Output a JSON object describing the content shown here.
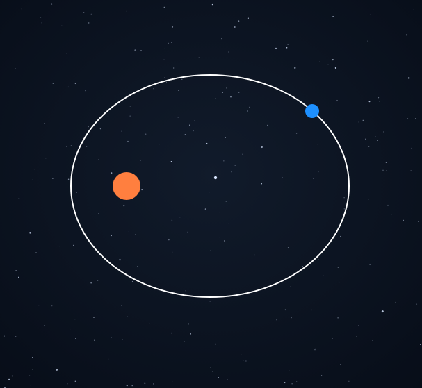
{
  "colors": {
    "sky_center": "#111b2b",
    "sky_edge": "#070d18",
    "orbit": "#ffffff",
    "star_body": "#ff7f3f",
    "planet": "#1e90ff",
    "background_star": "#d8e6ff"
  },
  "diagram": {
    "type": "orbit",
    "elements": [
      "orbit-ellipse",
      "central-body",
      "orbiting-planet",
      "starfield"
    ]
  }
}
